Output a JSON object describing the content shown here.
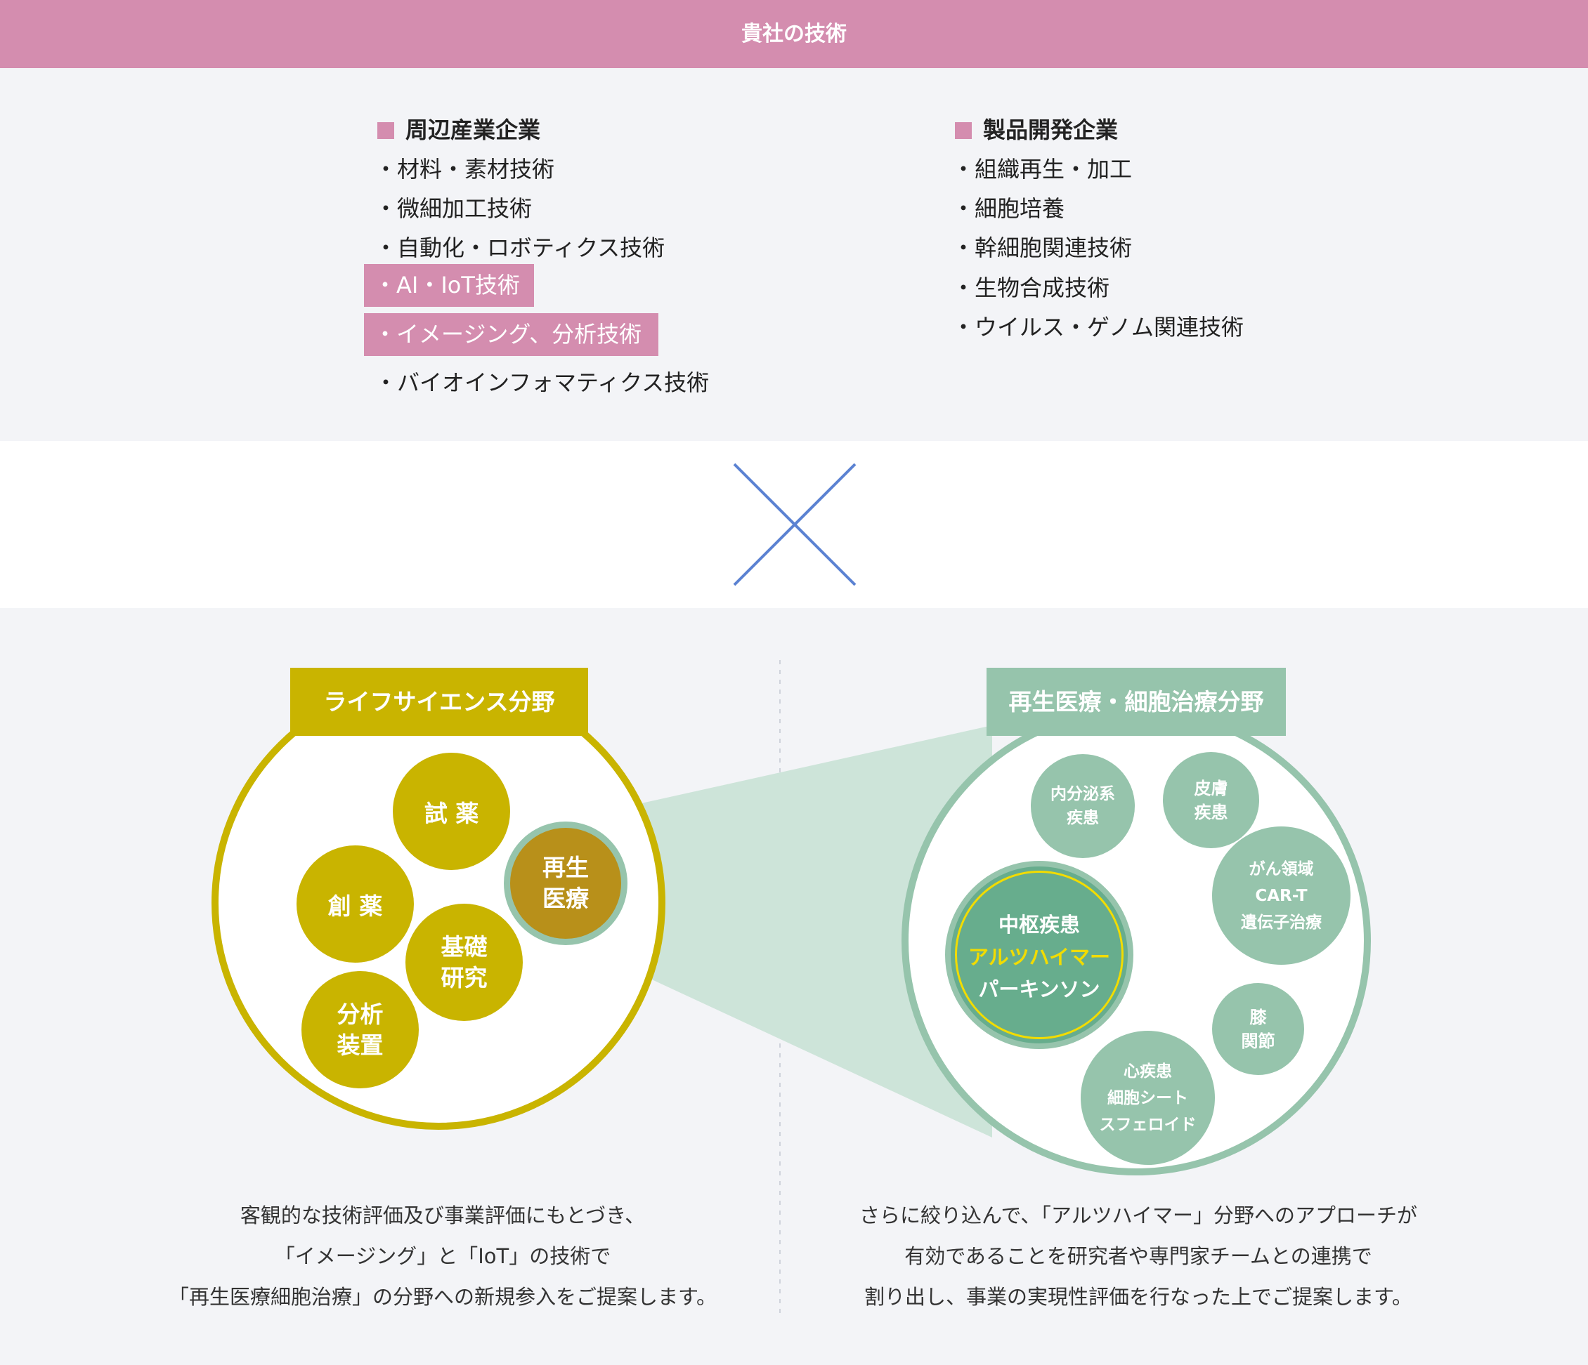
{
  "header": {
    "title": "貴社の技術"
  },
  "left_column": {
    "title": "周辺産業企業",
    "items": [
      "・材料・素材技術",
      "・微細加工技術",
      "・自動化・ロボティクス技術",
      "・AI・IoT技術",
      "・イメージング、分析技術",
      "・バイオインフォマティクス技術"
    ]
  },
  "right_column": {
    "title": "製品開発企業",
    "items": [
      "・組織再生・加工",
      "・細胞培養",
      "・幹細胞関連技術",
      "・生物合成技術",
      "・ウイルス・ゲノム関連技術"
    ]
  },
  "life_science": {
    "tag": "ライフサイエンス分野",
    "bubbles": {
      "shiyaku": "試 薬",
      "souyaku": "創 薬",
      "kiso": "基礎\n研究",
      "bunseki": "分析\n装置",
      "saisei": "再生\n医療"
    },
    "caption": [
      "客観的な技術評価及び事業評価にもとづき、",
      "「イメージング」と「IoT」の技術で",
      "「再生医療細胞治療」の分野への新規参入をご提案します。"
    ]
  },
  "regen": {
    "tag": "再生医療・細胞治療分野",
    "bubbles": {
      "naibunpi": "内分泌系\n疾患",
      "hifu": "皮膚\n疾患",
      "gan": "がん領域\nCAR-T\n遺伝子治療",
      "hiza": "膝\n関節",
      "shin": "心疾患\n細胞シート\nスフェロイド"
    },
    "center": {
      "line1": "中枢疾患",
      "line2": "アルツハイマー",
      "line3": "パーキンソン"
    },
    "caption": [
      "さらに絞り込んで、「アルツハイマー」分野へのアプローチが",
      "有効であることを研究者や専門家チームとの連携で",
      "割り出し、事業の実現性評価を行なった上でご提案します。"
    ]
  },
  "colors": {
    "pink": "#d48daf",
    "gold": "#c9b400",
    "gold_dark": "#b8901a",
    "green": "#96c4ac",
    "green_dark": "#67ad8d",
    "yellow_text": "#f2dc00",
    "cross_blue": "#5b82d2"
  }
}
